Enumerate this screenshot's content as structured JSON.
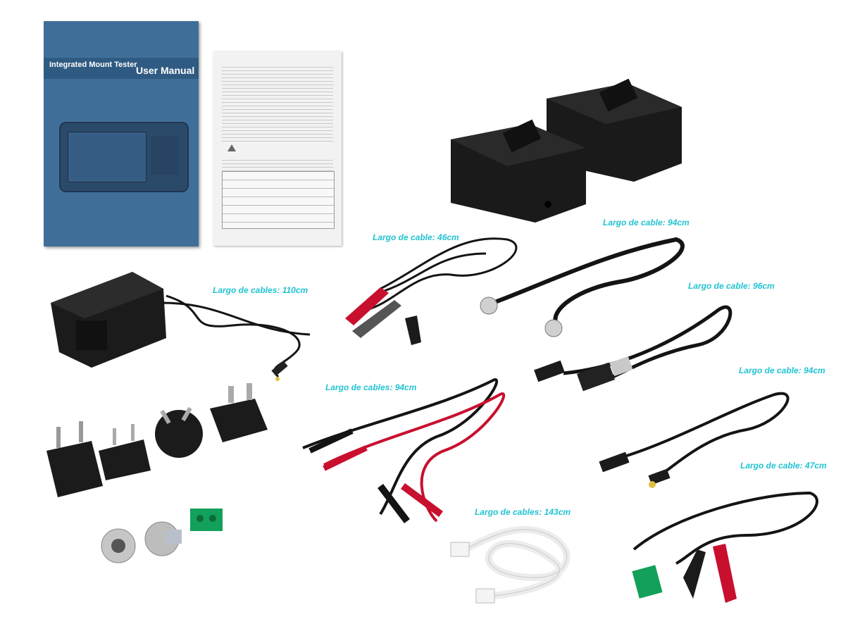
{
  "manual": {
    "title": "Integrated Mount Tester",
    "subtitle": "User Manual"
  },
  "labels": [
    "Largo de cable: 46cm",
    "Largo de cable: 94cm",
    "Largo de cables: 110cm",
    "Largo de cable: 96cm",
    "Largo de cables: 94cm",
    "Largo de cable: 94cm",
    "Largo de cables: 143cm",
    "Largo de cable: 47cm"
  ],
  "colors": {
    "label": "#22c3d2",
    "manual_blue": "#3f6f99",
    "cable_black": "#141414",
    "probe_red": "#c8102e",
    "terminal_green": "#12a05a"
  }
}
